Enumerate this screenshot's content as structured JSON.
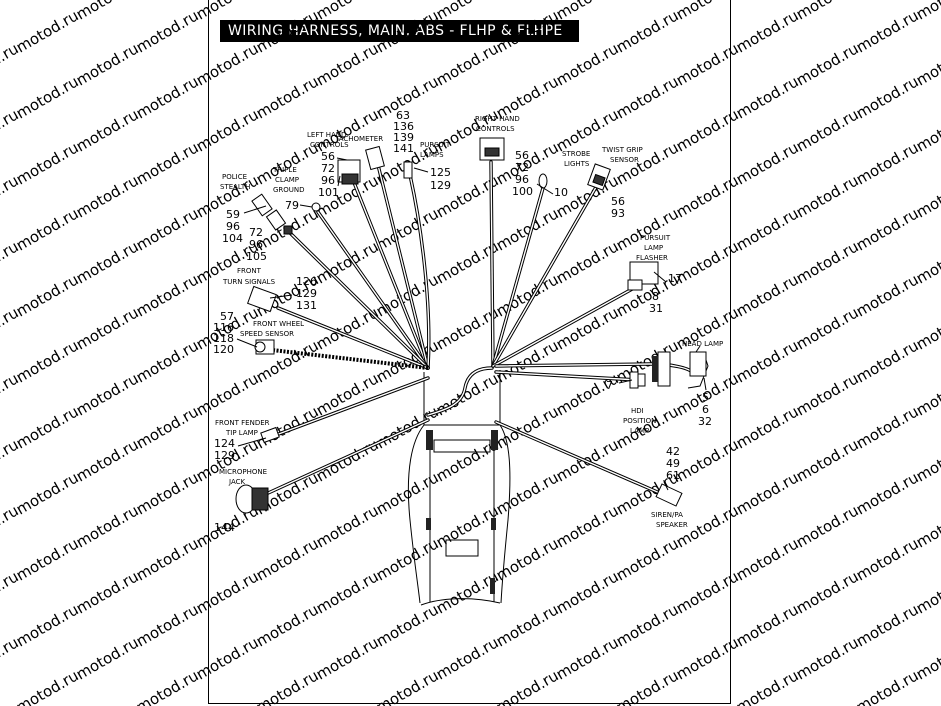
{
  "title": "WIRING HARNESS, MAIN, ABS - FLHP & FLHPE",
  "watermark": "motod.ru",
  "callouts": {
    "left_hand_controls": {
      "label": [
        "LEFT HAND",
        "CONTROLS"
      ],
      "numbers": [
        "56",
        "72",
        "96",
        "101"
      ]
    },
    "tachometer": {
      "label": [
        "TACHOMETER"
      ],
      "numbers": [
        "63",
        "136",
        "139",
        "141"
      ]
    },
    "pursuit_lamps": {
      "label": [
        "PURSUIT",
        "LAMPS"
      ],
      "numbers": [
        "125",
        "129"
      ]
    },
    "right_hand_controls": {
      "label": [
        "RIGHT HAND",
        "CONTROLS"
      ],
      "numbers": [
        "56",
        "72",
        "96",
        "100"
      ]
    },
    "strobe_lights": {
      "label": [
        "STROBE",
        "LIGHTS"
      ],
      "numbers": [
        "10"
      ]
    },
    "twist_grip_sensor": {
      "label": [
        "TWIST GRIP",
        "SENSOR"
      ],
      "numbers": [
        "56",
        "93"
      ]
    },
    "triple_clamp_ground": {
      "label": [
        "TRIPLE",
        "CLAMP",
        "GROUND"
      ],
      "numbers": [
        "79"
      ]
    },
    "police_stealth": {
      "label": [
        "POLICE",
        "STEALTH"
      ],
      "numbers": [
        "59",
        "96",
        "104",
        "72",
        "96",
        "105"
      ]
    },
    "front_turn_signals": {
      "label": [
        "FRONT",
        "TURN SIGNALS"
      ],
      "numbers": [
        "126",
        "129",
        "131"
      ]
    },
    "front_wheel_speed_sensor": {
      "label": [
        "FRONT WHEEL",
        "SPEED SENSOR"
      ],
      "numbers": [
        "57",
        "116",
        "118",
        "120"
      ]
    },
    "pursuit_lamp_flasher": {
      "label": [
        "PURSUIT",
        "LAMP",
        "FLASHER"
      ],
      "numbers": [
        "17",
        "8",
        "31"
      ]
    },
    "head_lamp": {
      "label": [
        "HEAD LAMP"
      ],
      "numbers": [
        "5",
        "6",
        "32"
      ]
    },
    "hdi_position_lamp": {
      "label": [
        "HDI",
        "POSITION",
        "LAMP"
      ],
      "numbers": [
        "7"
      ]
    },
    "front_fender_tip_lamp": {
      "label": [
        "FRONT FENDER",
        "TIP LAMP"
      ],
      "numbers": [
        "124",
        "129"
      ]
    },
    "microphone_jack": {
      "label": [
        "MICROPHONE",
        "JACK"
      ],
      "numbers": [
        "144"
      ]
    },
    "siren_pa_speaker": {
      "label": [
        "SIREN/PA",
        "SPEAKER"
      ],
      "numbers": [
        "42",
        "49",
        "61"
      ]
    }
  }
}
